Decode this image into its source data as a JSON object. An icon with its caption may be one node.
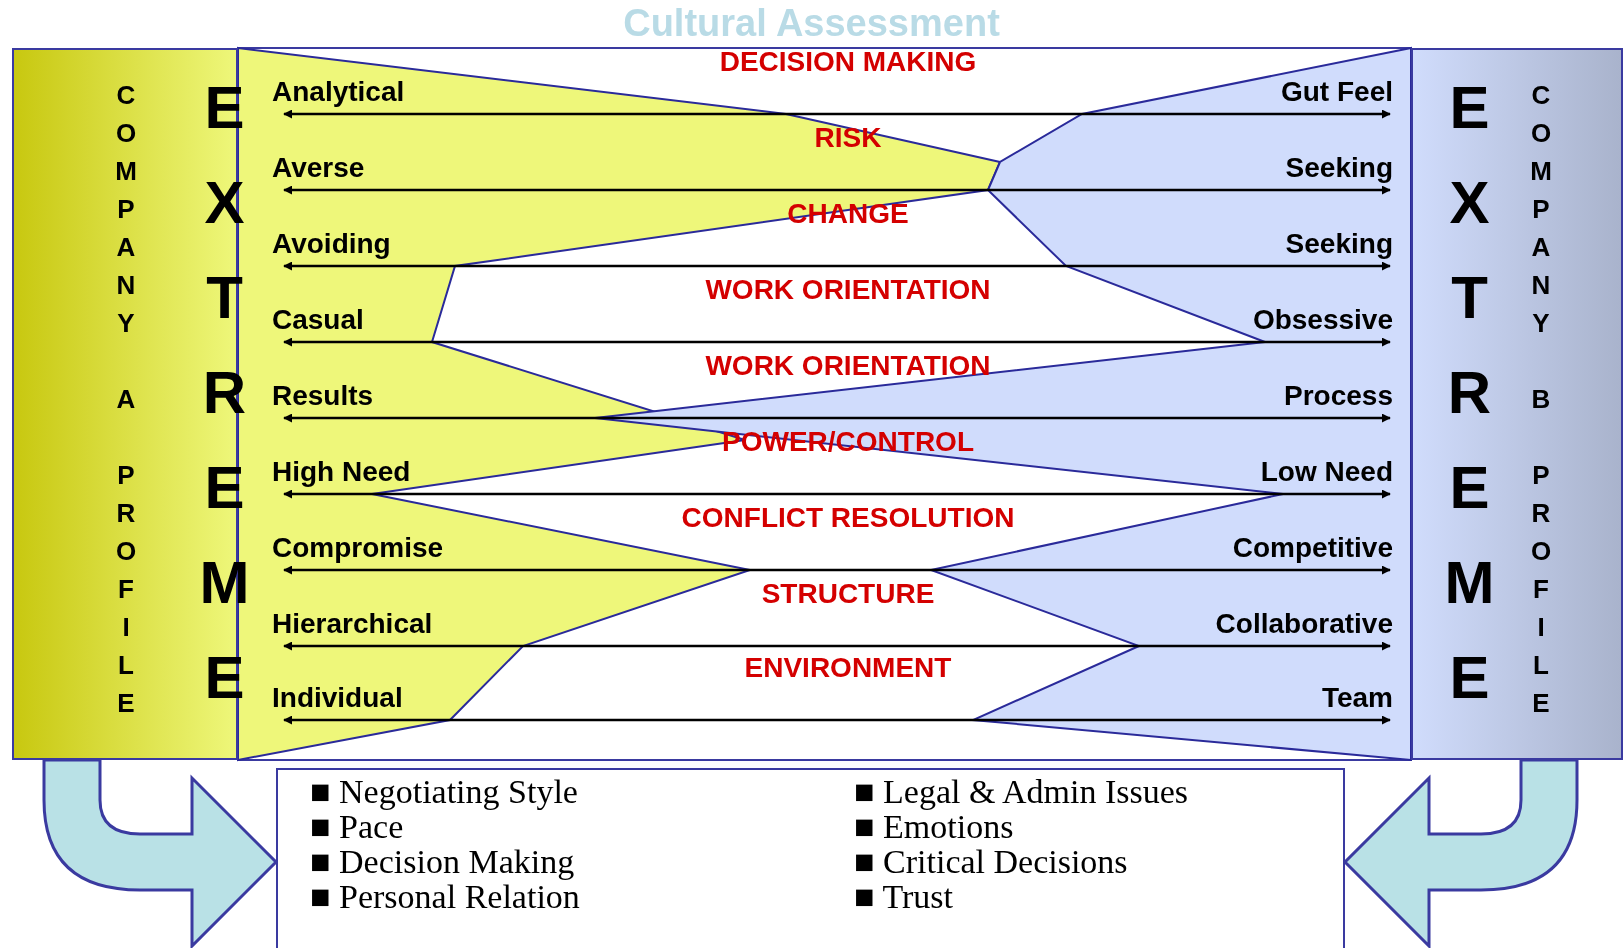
{
  "diagram": {
    "title": "Cultural Assessment",
    "nodes": [
      {
        "text": [
          "COMPANY A PROFILE",
          "EXTREME"
        ]
      },
      {
        "text": [
          "EXTREME",
          "COMPANY B PROFILE"
        ]
      },
      {
        "text": [
          "■ Negotiating Style",
          "■ Pace",
          "■ Decision Making",
          "■ Personal Relation",
          "■ Legal & Admin Issues",
          "■ Emotions",
          "■ Critical Decisions",
          "■ Trust"
        ]
      }
    ],
    "edges": [
      {
        "from": 0,
        "to": 2,
        "arrow": "to",
        "style": "thick"
      },
      {
        "from": 1,
        "to": 2,
        "arrow": "to",
        "style": "thick"
      }
    ],
    "labels": [
      "Analytical",
      "DECISION MAKING",
      "Gut Feel",
      "Averse",
      "RISK",
      "Seeking",
      "Avoiding",
      "CHANGE",
      "Seeking",
      "Casual",
      "WORK ORIENTATION",
      "Obsessive",
      "Results",
      "WORK ORIENTATION",
      "Process",
      "High Need",
      "POWER/CONTROL",
      "Low Need",
      "Compromise",
      "CONFLICT RESOLUTION",
      "Competitive",
      "Hierarchical",
      "STRUCTURE",
      "Collaborative",
      "Individual",
      "ENVIRONMENT",
      "Team"
    ]
  }
}
